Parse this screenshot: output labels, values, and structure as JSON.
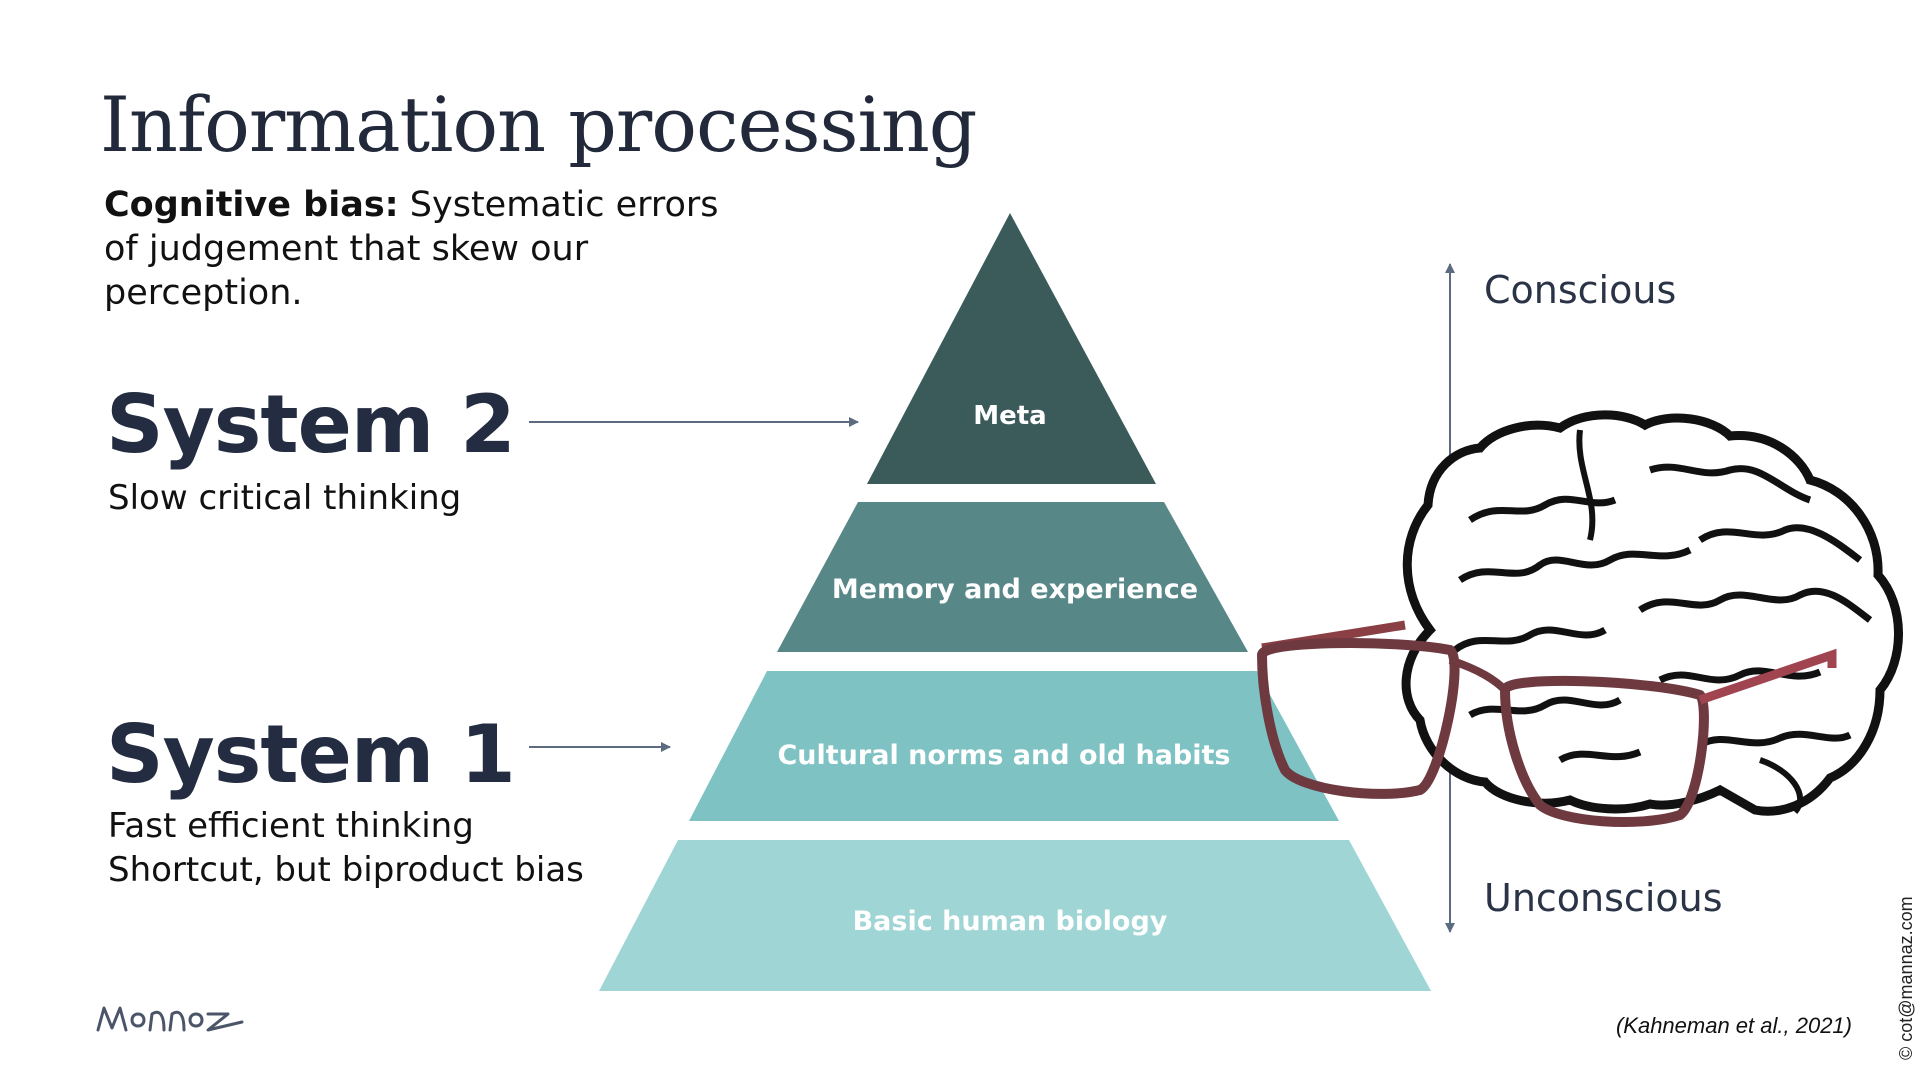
{
  "title": "Information processing",
  "definition": {
    "term": "Cognitive bias:",
    "text": " Systematic errors of judgement that skew our perception."
  },
  "system2": {
    "title": "System 2",
    "subtitle": "Slow critical thinking"
  },
  "system1": {
    "title": "System 1",
    "subtitle_1": "Fast efficient thinking",
    "subtitle_2": "Shortcut, but biproduct bias"
  },
  "pyramid": {
    "levels": [
      {
        "label": "Meta",
        "color": "#3a5b5a"
      },
      {
        "label": "Memory and experience",
        "color": "#578887"
      },
      {
        "label": "Cultural norms and old habits",
        "color": "#7fc2c3"
      },
      {
        "label": "Basic human biology",
        "color": "#a0d5d5"
      }
    ]
  },
  "axis": {
    "top_label": "Conscious",
    "bottom_label": "Unconscious"
  },
  "logo_text": "Mannaz",
  "citation": "(Kahneman et al., 2021)",
  "copyright": "© cot@mannaz.com",
  "colors": {
    "heading": "#22293a",
    "arrow": "#5d6b80",
    "glasses_frame": "#7a4348"
  }
}
